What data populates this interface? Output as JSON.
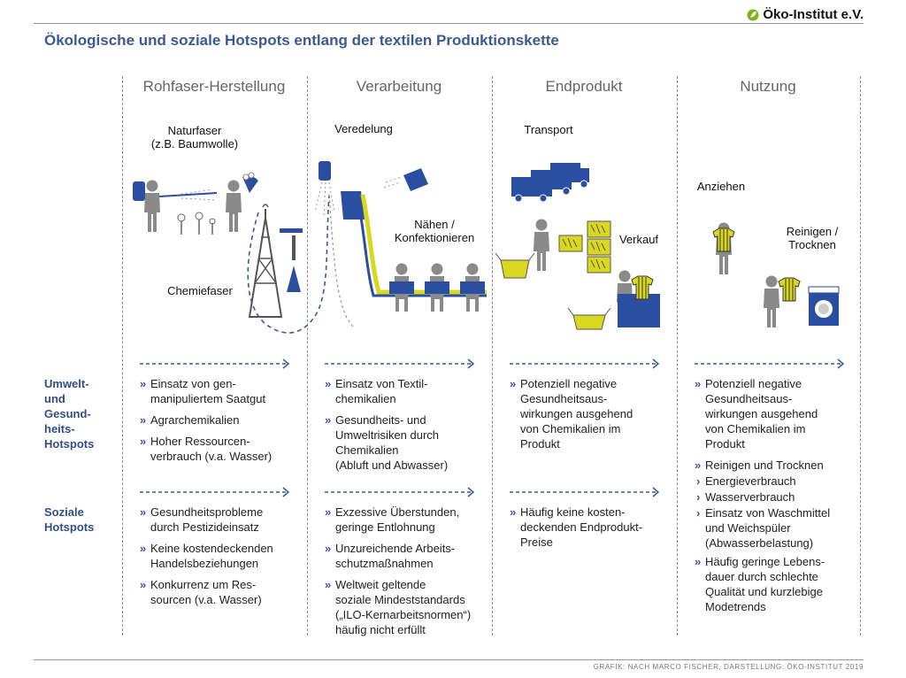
{
  "logo": {
    "text": "Öko-Institut e.V.",
    "color": "#7ab51d"
  },
  "title": "Ökologische und soziale Hotspots entlang der textilen Produktionskette",
  "columns": [
    "Rohfaser-Herstellung",
    "Verarbeitung",
    "Endprodukt",
    "Nutzung"
  ],
  "illustration_labels": {
    "naturfaser": "Naturfaser\n(z.B. Baumwolle)",
    "chemiefaser": "Chemiefaser",
    "veredelung": "Veredelung",
    "naehen": "Nähen /\nKonfektionieren",
    "transport": "Transport",
    "verkauf": "Verkauf",
    "anziehen": "Anziehen",
    "reinigen": "Reinigen /\nTrocknen"
  },
  "rows": {
    "umwelt_label": "Umwelt-\nund\nGesund-\nheits-\nHotspots",
    "sozial_label": "Soziale\nHotspots"
  },
  "umwelt": {
    "col1": [
      "Einsatz von gen-\nmanipuliertem Saatgut",
      "Agrarchemikalien",
      "Hoher Ressourcen-\nverbrauch (v.a. Wasser)"
    ],
    "col2": [
      "Einsatz von Textil-\nchemikalien",
      "Gesundheits- und\nUmweltrisiken durch\nChemikalien\n(Abluft und Abwasser)"
    ],
    "col3": [
      "Potenziell negative\nGesundheitsaus-\nwirkungen ausgehend\nvon Chemikalien im\nProdukt"
    ],
    "col4": [
      "Potenziell negative\nGesundheitsaus-\nwirkungen ausgehend\nvon Chemikalien im\nProdukt",
      "Reinigen und Trocknen"
    ],
    "col4_sub": [
      "Energieverbrauch",
      "Wasserverbrauch",
      "Einsatz von Waschmittel\nund Weichspüler\n(Abwasserbelastung)"
    ]
  },
  "sozial": {
    "col1": [
      "Gesundheitsprobleme\ndurch Pestizideinsatz",
      "Keine kostendeckenden\nHandelsbeziehungen",
      "Konkurrenz um Res-\nsourcen (v.a. Wasser)"
    ],
    "col2": [
      "Exzessive Überstunden,\ngeringe Entlohnung",
      "Unzureichende Arbeits-\nschutzmaßnahmen",
      "Weltweit geltende\nsoziale Mindeststandards\n(„ILO-Kernarbeitsnormen“)\nhäufig nicht erfüllt"
    ],
    "col3": [
      "Häufig keine kosten-\ndeckenden Endprodukt-\nPreise"
    ],
    "col4": [
      "Häufig geringe Lebens-\ndauer durch schlechte\nQualität und kurzlebige\nModetrends"
    ]
  },
  "bullet_marker": "»",
  "sub_marker": "›",
  "credit": "GRAFIK: NACH MARCO FISCHER, DARSTELLUNG: ÖKO-INSTITUT 2019",
  "colors": {
    "accent": "#3a5a96",
    "figure": "#8a8a8a",
    "yellow": "#d8d820",
    "blue": "#2b4fa0"
  }
}
